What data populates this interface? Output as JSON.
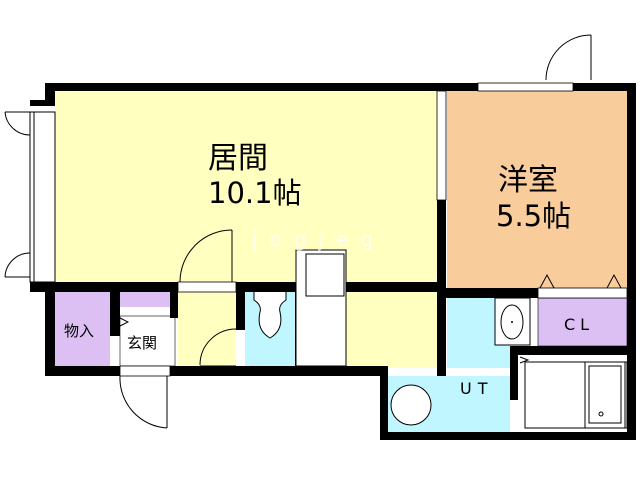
{
  "rooms": {
    "living": {
      "name": "居間",
      "size": "10.1帖"
    },
    "western": {
      "name": "洋室",
      "size": "5.5帖"
    },
    "storage": {
      "name": "物入"
    },
    "entrance": {
      "name": "玄関"
    },
    "closet": {
      "name": "CL"
    },
    "utility": {
      "name": "UT"
    }
  },
  "watermark": "jogjeg",
  "colors": {
    "living": "#ffffc0",
    "western": "#f9cc9b",
    "storage": "#dcc0f4",
    "wet": "#bff6ff",
    "wall": "#000000"
  }
}
